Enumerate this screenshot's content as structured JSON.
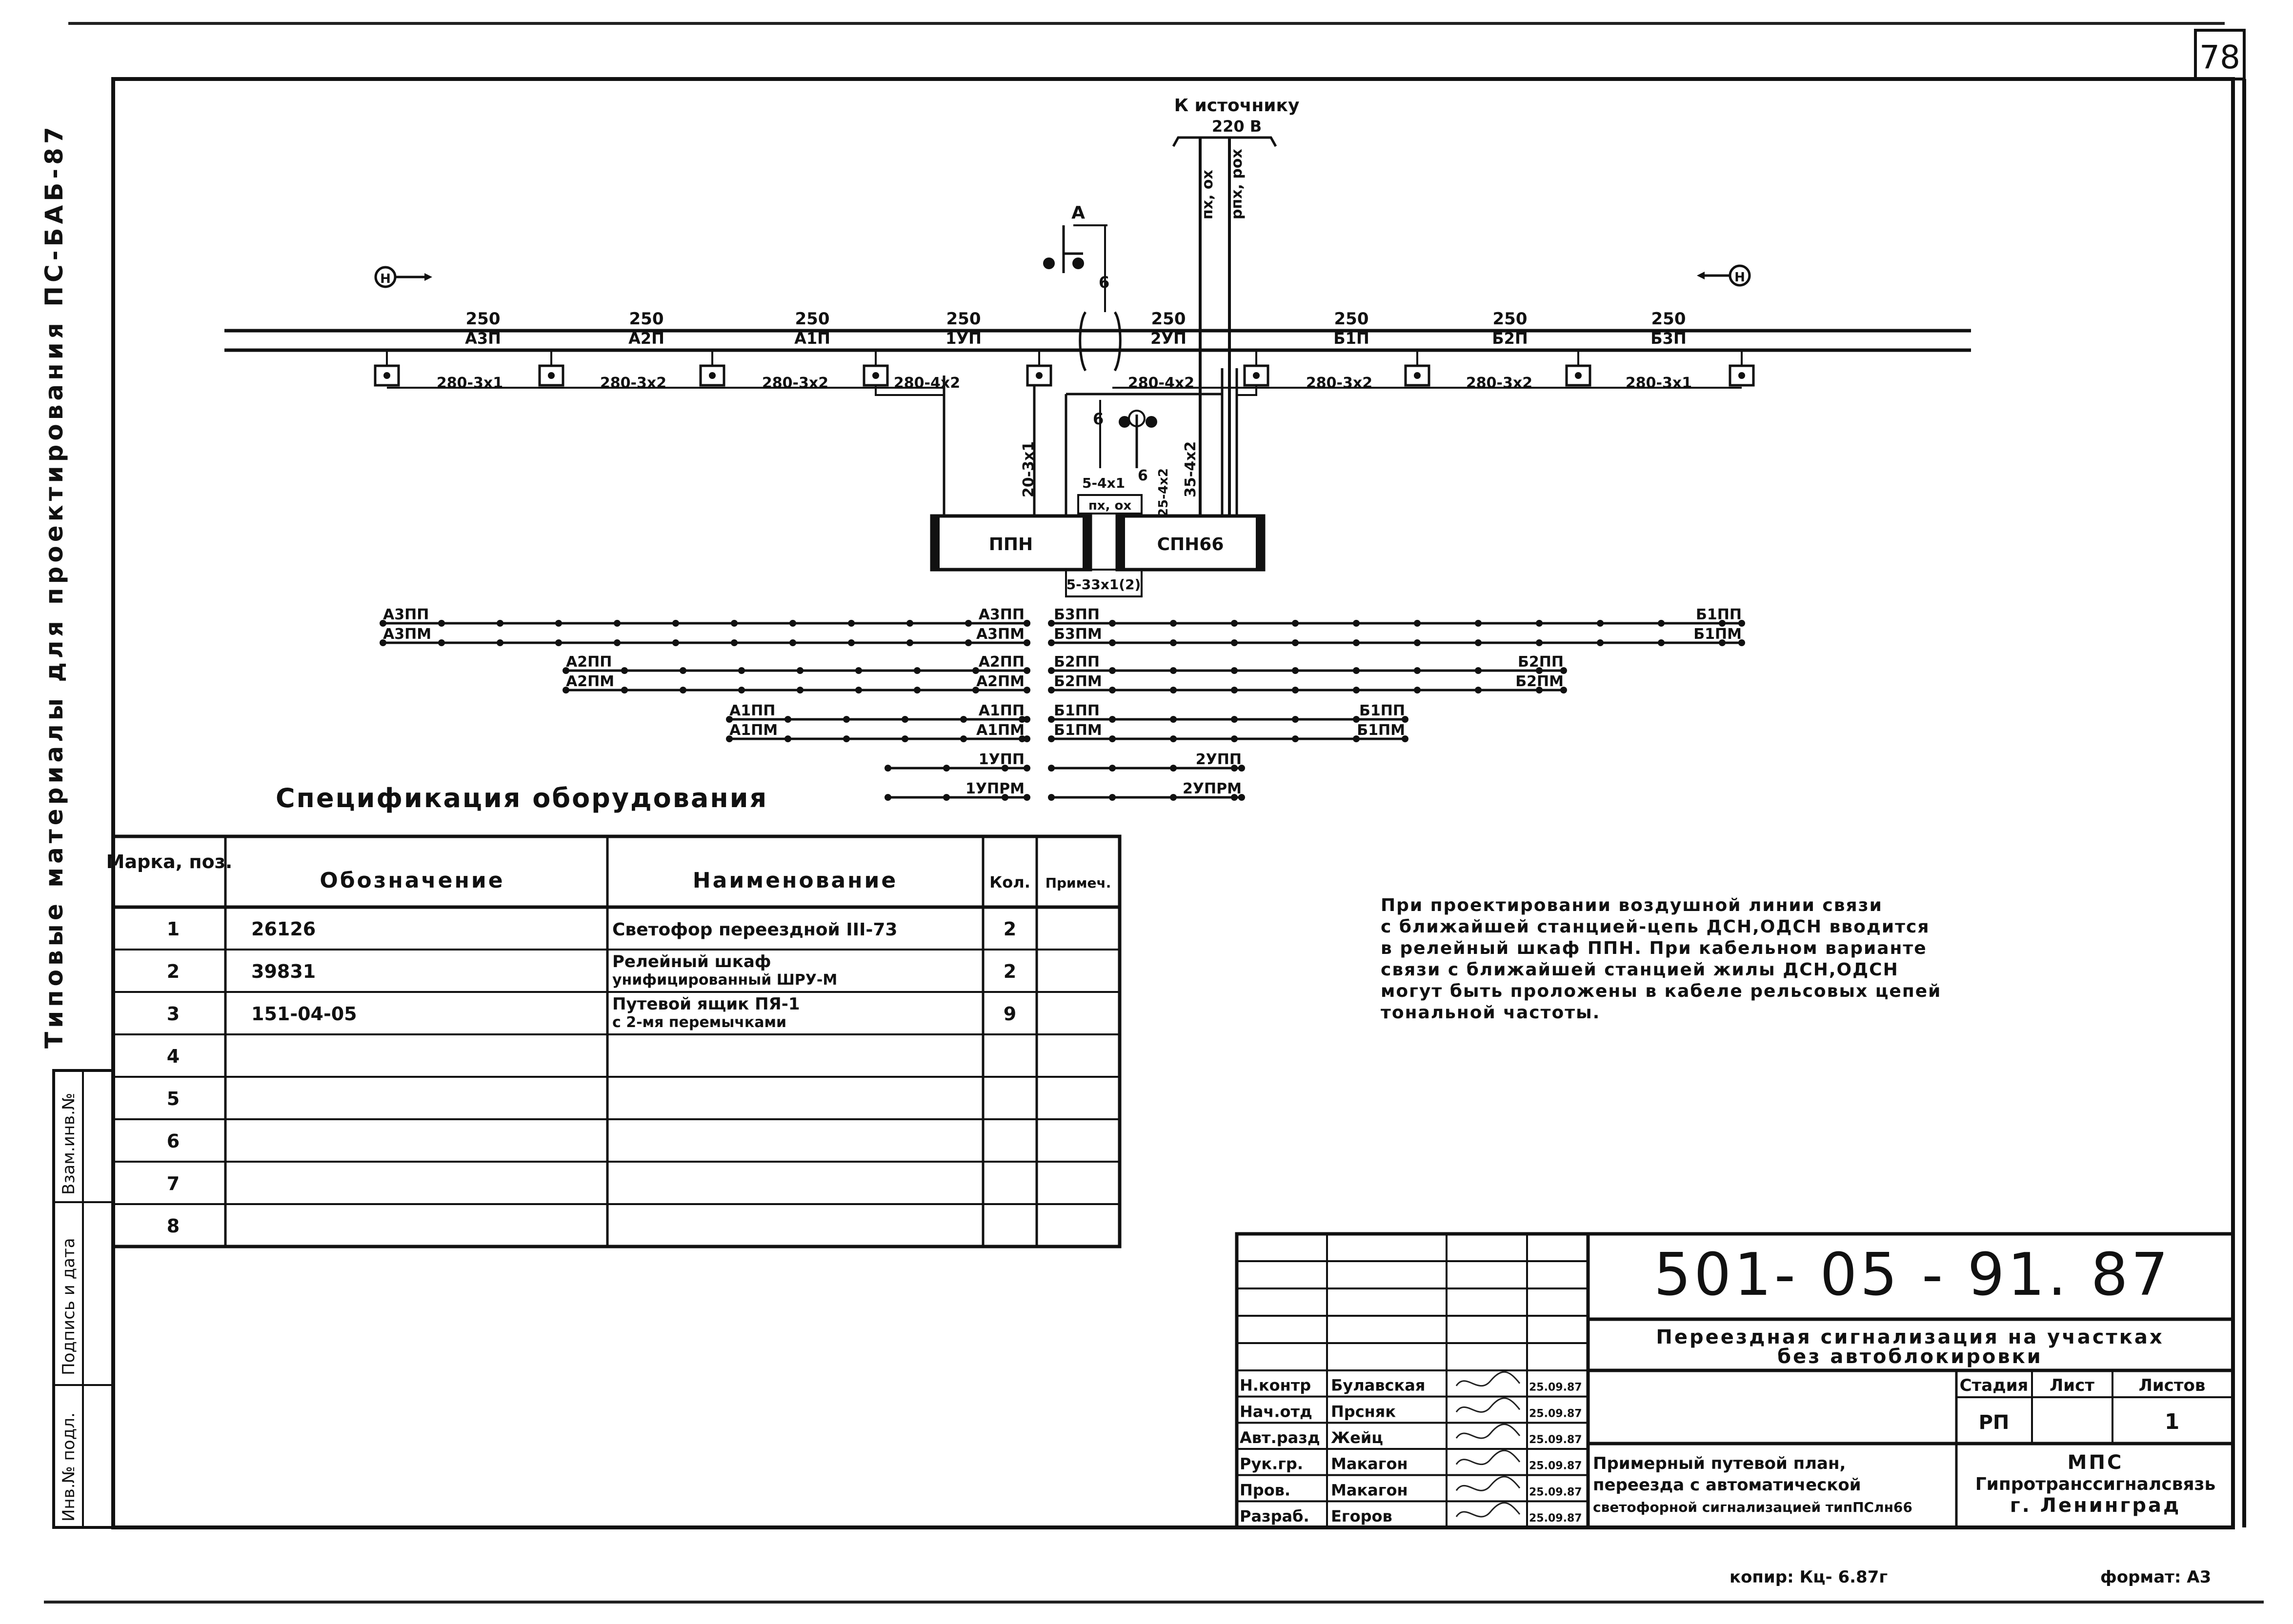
{
  "sheet": {
    "page_number": "78",
    "side_title": "Типовые материалы для проектирования ПС-БАБ-87",
    "side_stamps": [
      "Взам.инв.№",
      "Подпись и дата",
      "Инв.№ подл."
    ],
    "copy_note": "копир: Кц- 6.87г",
    "format": "формат: А3"
  },
  "plan": {
    "source_label": "К источнику",
    "source_voltage": "220 В",
    "feed_labels": [
      "пх, ох",
      "рпх, рох"
    ],
    "signal_label": "А",
    "dim_labels": [
      "6",
      "6",
      "6"
    ],
    "direction_marks": [
      "Н",
      "Н"
    ],
    "track_lengths": [
      "250",
      "250",
      "250",
      "250",
      "250",
      "250",
      "250",
      "250"
    ],
    "track_sections": [
      "А3П",
      "А2П",
      "А1П",
      "1УП",
      "2УП",
      "Б1П",
      "Б2П",
      "Б3П"
    ],
    "cables": [
      "280-3х1",
      "280-3х2",
      "280-3х2",
      "280-4х2",
      "280-4х2",
      "280-3х2",
      "280-3х2",
      "280-3х1"
    ],
    "vertical_cables": [
      "20-3х1",
      "5-4х1",
      "25-4х2",
      "35-4х2"
    ],
    "px_label": "пх, ох",
    "box_ppn": "ППН",
    "box_spn": "СПН66",
    "bottom_cable": "5-33х1(2)"
  },
  "circuits": {
    "left": [
      {
        "start": "А3ПП",
        "end": "А3ПП"
      },
      {
        "start": "А3ПМ",
        "end": "А3ПМ"
      },
      {
        "start": "А2ПП",
        "end": "А2ПП"
      },
      {
        "start": "А2ПМ",
        "end": "А2ПМ"
      },
      {
        "start": "А1ПП",
        "end": "А1ПП"
      },
      {
        "start": "А1ПМ",
        "end": "А1ПМ"
      },
      {
        "start": "",
        "end": "1УПП"
      },
      {
        "start": "",
        "end": "1УПРМ"
      }
    ],
    "right": [
      {
        "start": "Б3ПП",
        "end": "Б1ПП"
      },
      {
        "start": "Б3ПМ",
        "end": "Б1ПМ"
      },
      {
        "start": "Б2ПП",
        "end": "Б2ПП"
      },
      {
        "start": "Б2ПМ",
        "end": "Б2ПМ"
      },
      {
        "start": "Б1ПП",
        "end": "Б1ПП"
      },
      {
        "start": "Б1ПМ",
        "end": "Б1ПМ"
      },
      {
        "start": "",
        "end": "2УПП"
      },
      {
        "start": "",
        "end": "2УПРМ"
      }
    ]
  },
  "spec": {
    "title": "Спецификация оборудования",
    "headers": [
      "Марка, поз.",
      "Обозначение",
      "Наименование",
      "Кол.",
      "Примеч."
    ],
    "rows": [
      {
        "mark": "1",
        "code": "26126",
        "name": [
          "Светофор переездной III-73"
        ],
        "qty": "2",
        "note": ""
      },
      {
        "mark": "2",
        "code": "39831",
        "name": [
          "Релейный шкаф",
          "унифицированный ШРУ-М"
        ],
        "qty": "2",
        "note": ""
      },
      {
        "mark": "3",
        "code": "151-04-05",
        "name": [
          "Путевой ящик ПЯ-1",
          "с 2-мя перемычками"
        ],
        "qty": "9",
        "note": ""
      },
      {
        "mark": "4",
        "code": "",
        "name": [
          ""
        ],
        "qty": "",
        "note": ""
      },
      {
        "mark": "5",
        "code": "",
        "name": [
          ""
        ],
        "qty": "",
        "note": ""
      },
      {
        "mark": "6",
        "code": "",
        "name": [
          ""
        ],
        "qty": "",
        "note": ""
      },
      {
        "mark": "7",
        "code": "",
        "name": [
          ""
        ],
        "qty": "",
        "note": ""
      },
      {
        "mark": "8",
        "code": "",
        "name": [
          ""
        ],
        "qty": "",
        "note": ""
      }
    ]
  },
  "note": {
    "lines": [
      "При проектировании воздушной линии связи",
      "с ближайшей станцией-цепь ДСН,ОДСН вводится",
      "в релейный шкаф ППН.  При кабельном варианте",
      "связи с ближайшей станцией жилы ДСН,ОДСН",
      "могут быть проложены  в кабеле рельсовых цепей",
      "тональной  частоты."
    ]
  },
  "title_block": {
    "doc_number": "501- 05 - 91. 87",
    "project_title": [
      "Переездная сигнализация  на участках",
      "без  автоблокировки"
    ],
    "stage_header": "Стадия",
    "sheet_header": "Лист",
    "sheets_header": "Листов",
    "stage": "РП",
    "sheet": "",
    "sheets": "1",
    "drawing_name": [
      "Примерный путевой план,",
      "переезда с автоматической",
      "светофорной сигнализацией типПСлн66"
    ],
    "org": [
      "МПС",
      "Гипротранссигналсвязь",
      "г. Ленинград"
    ],
    "signers": [
      {
        "role": "Н.контр",
        "name": "Булавская",
        "date": "25.09.87"
      },
      {
        "role": "Нач.отд",
        "name": "Прсняк",
        "date": "25.09.87"
      },
      {
        "role": "Авт.разд",
        "name": "Жейц",
        "date": "25.09.87"
      },
      {
        "role": "Рук.гр.",
        "name": "Макагон",
        "date": "25.09.87"
      },
      {
        "role": "Пров.",
        "name": "Макагон",
        "date": "25.09.87"
      },
      {
        "role": "Разраб.",
        "name": "Егоров",
        "date": "25.09.87"
      }
    ]
  }
}
